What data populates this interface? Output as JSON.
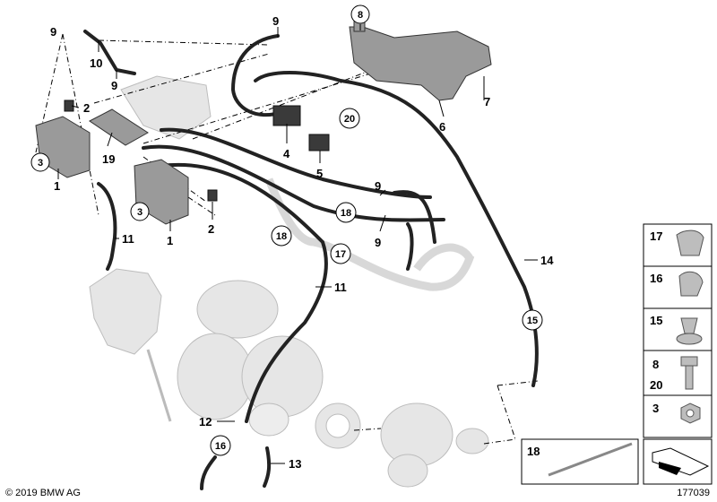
{
  "labels": {
    "l9a": "9",
    "l10": "10",
    "l9b": "9",
    "l2a": "2",
    "l19": "19",
    "l1a": "1",
    "l9c": "9",
    "l4": "4",
    "l5": "5",
    "l8": "8",
    "l7": "7",
    "l6": "6",
    "l20": "20",
    "l1b": "1",
    "l2b": "2",
    "l11a": "11",
    "l11b": "11",
    "l9d": "9",
    "l9e": "9",
    "l14": "14",
    "l12": "12",
    "l13": "13",
    "l3a": "3",
    "l3b": "3",
    "c18a": "18",
    "c18b": "18",
    "c17": "17",
    "c15": "15",
    "c16": "16"
  },
  "legend": {
    "r17": "17",
    "r16": "16",
    "r15": "15",
    "r8": "8",
    "r20": "20",
    "r3": "3",
    "r18": "18"
  },
  "footer": {
    "copyright": "© 2019 BMW AG",
    "drawing_number": "177039"
  },
  "colors": {
    "hose": "#222222",
    "ghost_part": "#e6e6e6",
    "line": "#000000"
  }
}
